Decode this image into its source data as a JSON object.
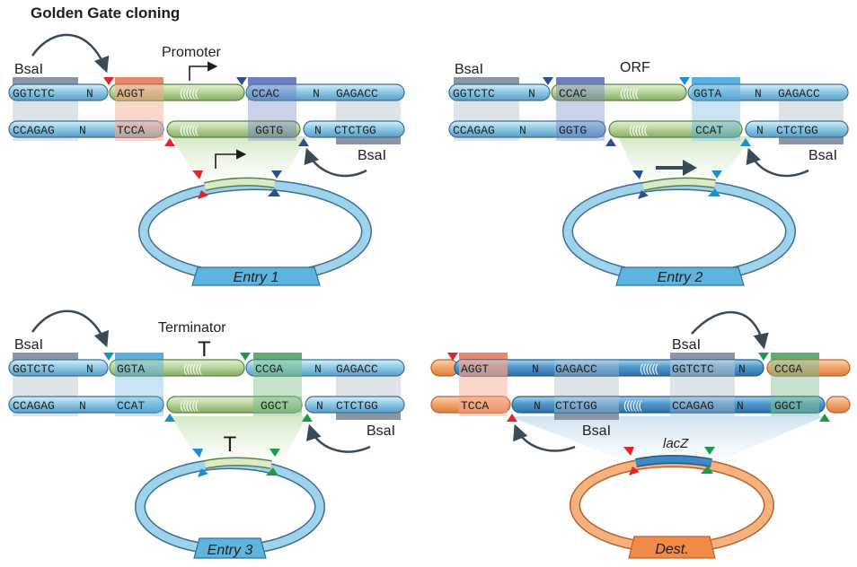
{
  "title": "Golden Gate cloning",
  "enzyme": "BsaI",
  "panels": {
    "p1": {
      "part_label": "Promoter",
      "top": [
        "GGTCTC",
        "N",
        "AGGT",
        "CCAC",
        "N",
        "GAGACC"
      ],
      "bottom": [
        "CCAGAG",
        "N",
        "TCCA",
        "GGTG",
        "N",
        "CTCTGG"
      ],
      "plasmid": "Entry 1"
    },
    "p2": {
      "part_label": "ORF",
      "top": [
        "GGTCTC",
        "N",
        "CCAC",
        "GGTA",
        "N",
        "GAGACC"
      ],
      "bottom": [
        "CCAGAG",
        "N",
        "GGTG",
        "CCAT",
        "N",
        "CTCTGG"
      ],
      "plasmid": "Entry 2"
    },
    "p3": {
      "part_label": "Terminator",
      "part_symbol": "T",
      "top": [
        "GGTCTC",
        "N",
        "GGTA",
        "CCGA",
        "N",
        "GAGACC"
      ],
      "bottom": [
        "CCAGAG",
        "N",
        "CCAT",
        "GGCT",
        "N",
        "CTCTGG"
      ],
      "plasmid": "Entry 3"
    },
    "p4": {
      "top": [
        "AGGT",
        "N",
        "GAGACC",
        "GGTCTC",
        "N",
        "CCGA"
      ],
      "bottom": [
        "TCCA",
        "N",
        "CTCTGG",
        "CCAGAG",
        "N",
        "GGCT"
      ],
      "insert_label": "lacZ",
      "plasmid": "Dest."
    }
  },
  "colors": {
    "blue_dna": "#8fcbe6",
    "blue_dark": "#5f9fc8",
    "green_dna": "#b9d79b",
    "orange_dna": "#f2a66e",
    "bsa_box": "#8a96a6",
    "red_overhang": "#f3a58c",
    "navy_overhang": "#6f7fbf",
    "green_overhang": "#7fbf8f",
    "tri_red": "#e2252b",
    "tri_navy": "#2e4f8c",
    "tri_cyan": "#1d8ed0",
    "tri_green": "#1f9a4a",
    "arrow": "#3a4a58"
  }
}
